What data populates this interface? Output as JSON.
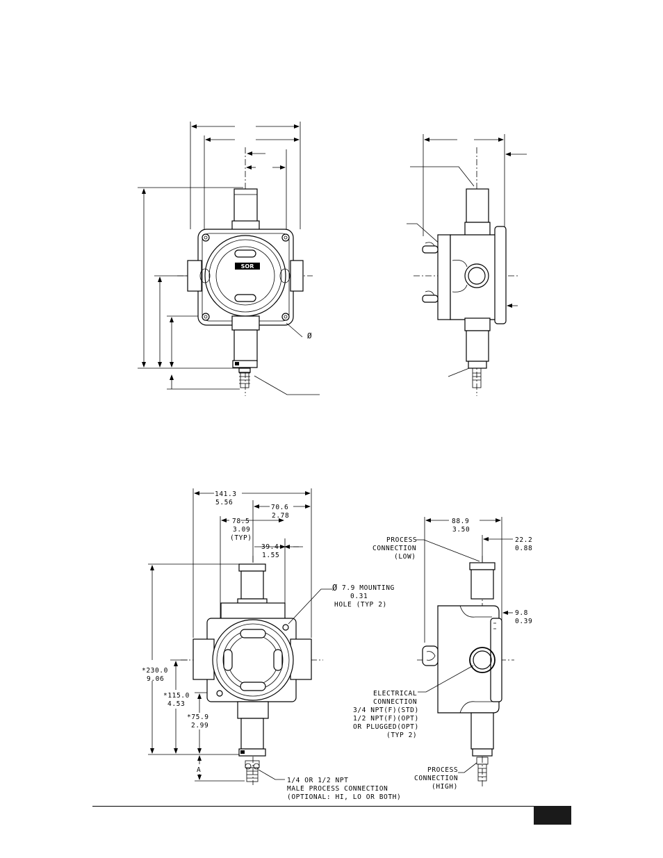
{
  "bottom_front": {
    "overall_width": [
      "141.3",
      "5.56"
    ],
    "half_width": [
      "70.6",
      "2.78"
    ],
    "mount_width": [
      "78.5",
      "3.09",
      "(TYP)"
    ],
    "boss_offset": [
      "39.4",
      "1.55"
    ],
    "mounting_hole": [
      "7.9  MOUNTING",
      "0.31",
      "HOLE (TYP 2)"
    ],
    "overall_height": [
      "*230.0",
      "9.06"
    ],
    "center_height": [
      "*115.0",
      "4.53"
    ],
    "mount_height": [
      "*75.9",
      "2.99"
    ],
    "fitting_dim": "A",
    "process_connection": [
      "1/4 OR 1/2 NPT",
      "MALE PROCESS CONNECTION",
      "(OPTIONAL: HI, LO OR BOTH)"
    ],
    "diameter_symbol": "Ø"
  },
  "bottom_side": {
    "overall_depth": [
      "88.9",
      "3.50"
    ],
    "connection_offset": [
      "22.2",
      "0.88"
    ],
    "boss_depth": [
      "9.8",
      "0.39"
    ],
    "process_low": [
      "PROCESS",
      "CONNECTION",
      "(LOW)"
    ],
    "electrical": [
      "ELECTRICAL",
      "CONNECTION",
      "3/4 NPT(F)(STD)",
      "1/2 NPT(F)(OPT)",
      "OR PLUGGED(OPT)",
      "(TYP 2)"
    ],
    "process_high": [
      "PROCESS",
      "CONNECTION",
      "(HIGH)"
    ]
  },
  "top_front": {
    "diameter_symbol": "Ø",
    "logo_text": "SOR"
  },
  "colors": {
    "ink": "#000000",
    "paper": "#ffffff",
    "tab": "#1a1a1a"
  }
}
